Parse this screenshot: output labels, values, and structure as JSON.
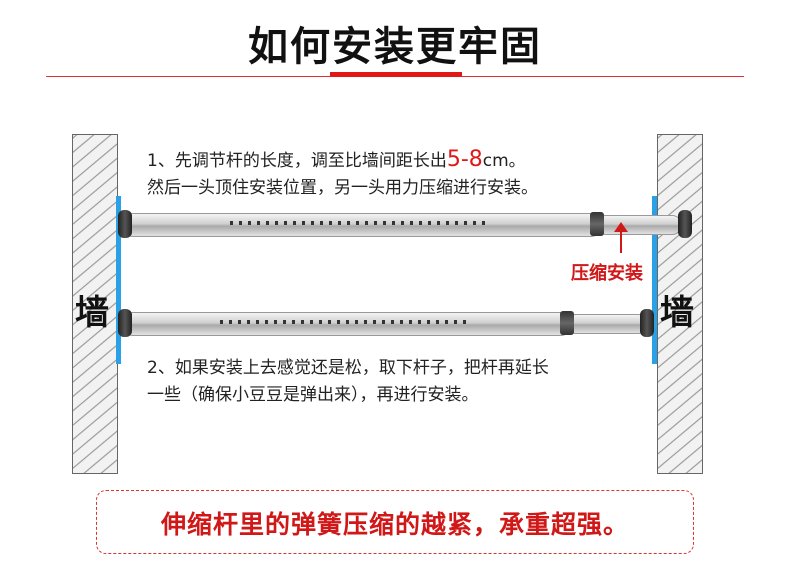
{
  "header": {
    "title": "如何安装更牢固"
  },
  "walls": {
    "left_label": "墙",
    "right_label": "墙"
  },
  "step1": {
    "line1_prefix": "1、先调节杆的长度，调至比墙间距长出",
    "line1_highlight": "5-8",
    "line1_suffix": "cm。",
    "line2": "然后一头顶住安装位置，另一头用力压缩进行安装。"
  },
  "rod_label": {
    "compress": "压缩安装"
  },
  "step2": {
    "line1": "2、如果安装上去感觉还是松，取下杆子，把杆再延长",
    "line2": "一些（确保小豆豆是弹出来），再进行安装。"
  },
  "note": {
    "text": "伸缩杆里的弹簧压缩的越紧，承重超强。"
  },
  "colors": {
    "accent": "#e01818",
    "wall_trim": "#2aa0e6"
  }
}
